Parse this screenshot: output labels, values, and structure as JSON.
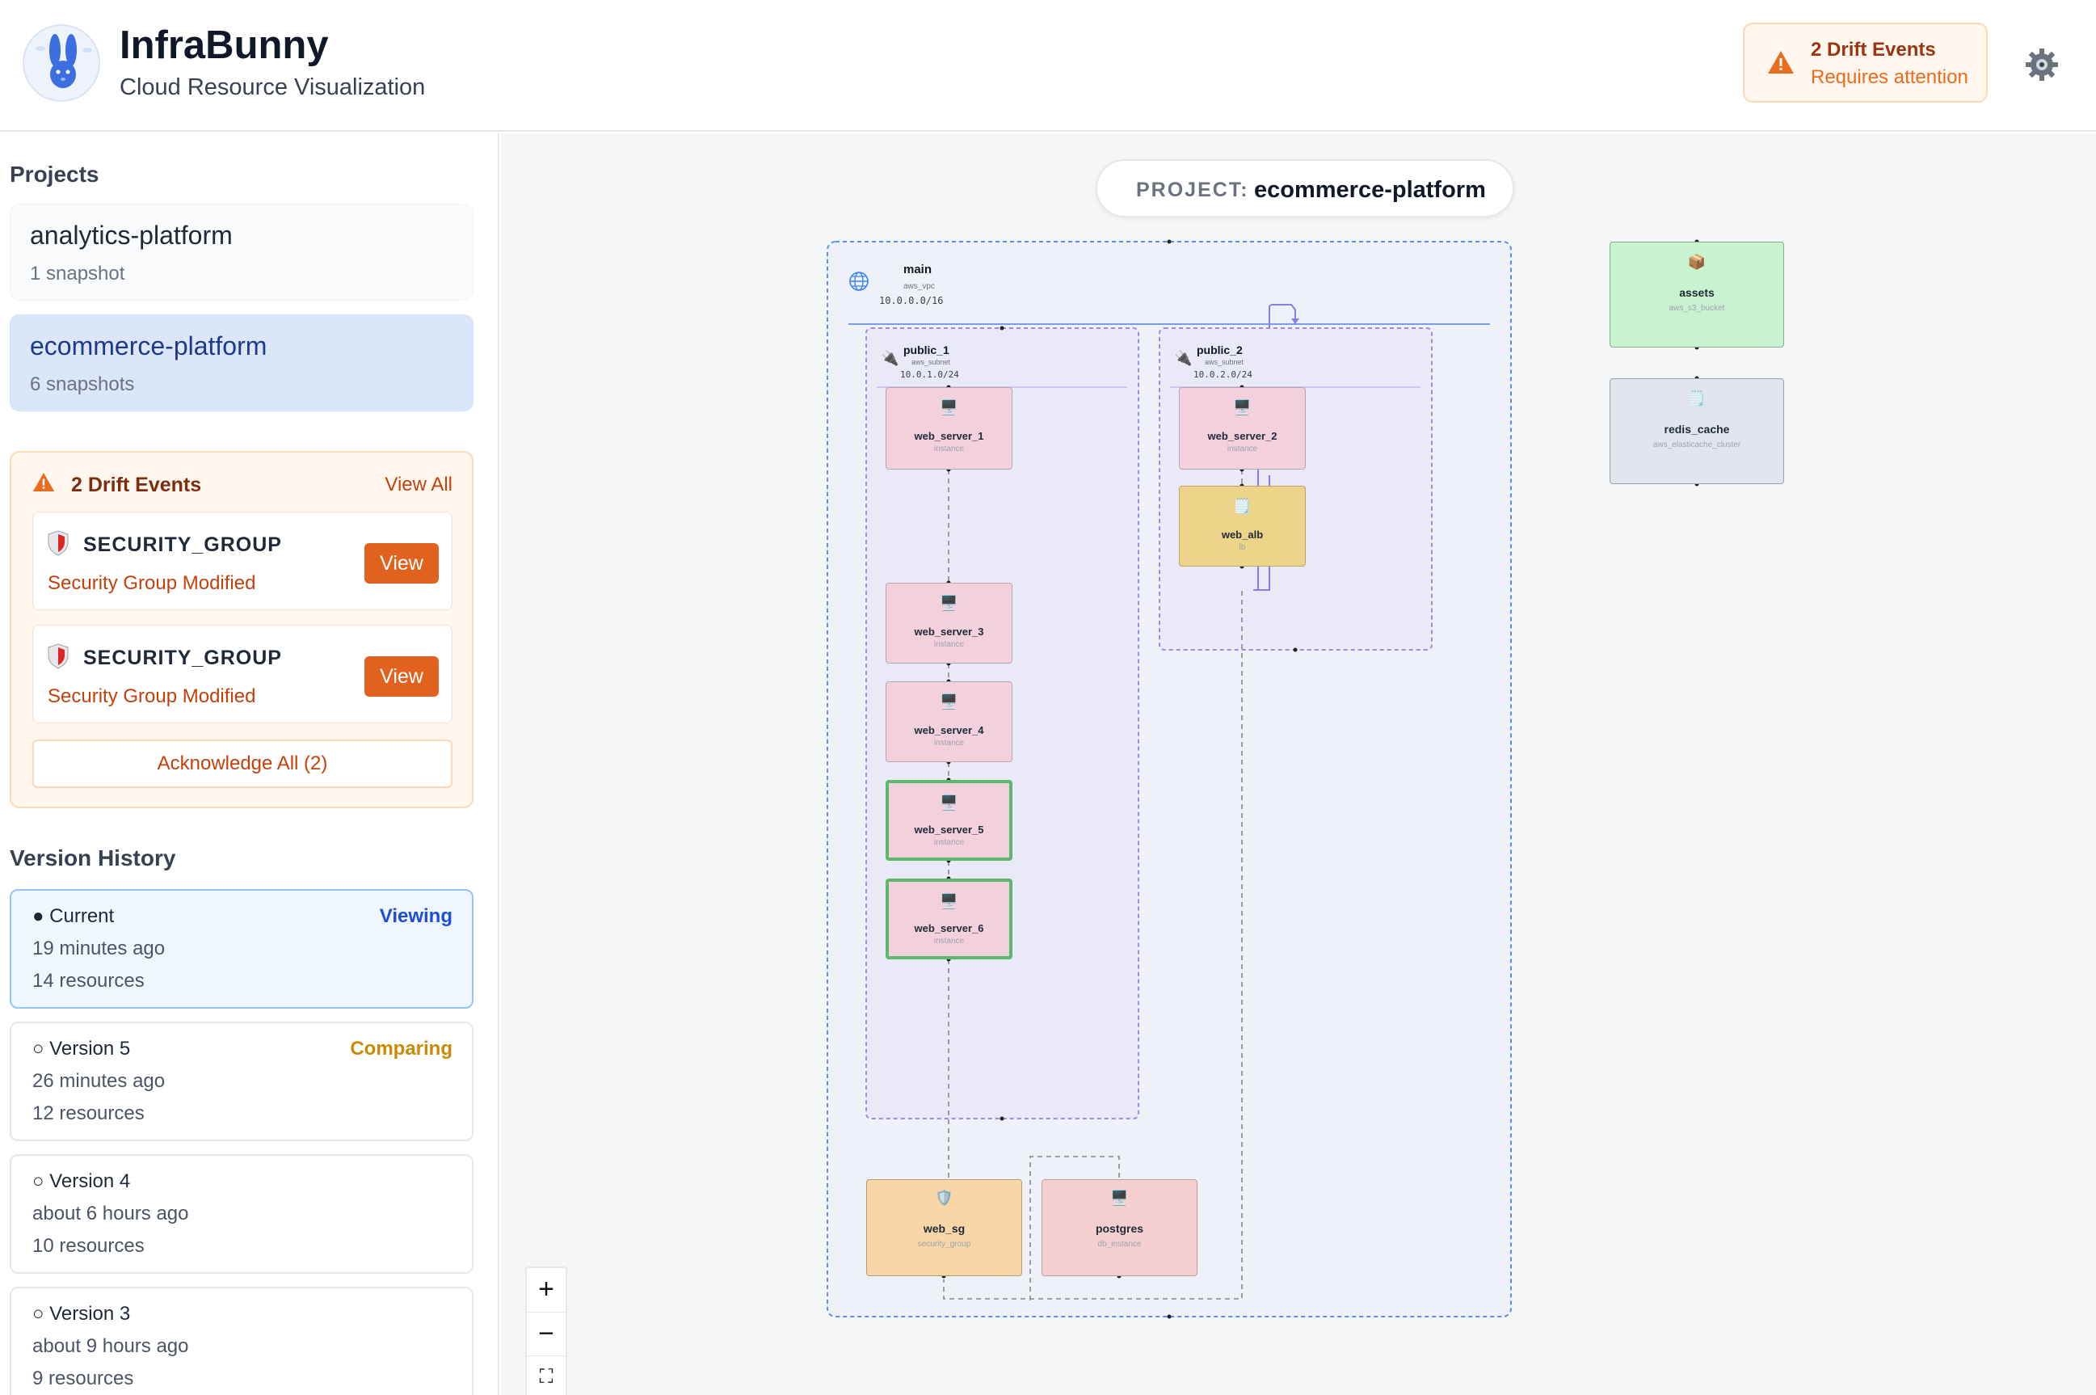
{
  "app": {
    "title": "InfraBunny",
    "subtitle": "Cloud Resource Visualization",
    "logo_icon": "bunny-logo"
  },
  "header": {
    "drift_title": "2 Drift Events",
    "drift_subtitle": "Requires attention",
    "settings_icon": "gear-icon"
  },
  "sidebar": {
    "projects_title": "Projects",
    "projects": [
      {
        "name": "analytics-platform",
        "snapshots": "1 snapshot",
        "active": false
      },
      {
        "name": "ecommerce-platform",
        "snapshots": "6 snapshots",
        "active": true
      }
    ],
    "drift": {
      "title": "2 Drift Events",
      "view_all": "View All",
      "events": [
        {
          "type": "SECURITY_GROUP",
          "description": "Security Group Modified",
          "button": "View"
        },
        {
          "type": "SECURITY_GROUP",
          "description": "Security Group Modified",
          "button": "View"
        }
      ],
      "acknowledge": "Acknowledge All (2)"
    },
    "history_title": "Version History",
    "versions": [
      {
        "label": "● Current",
        "time": "19 minutes ago",
        "resources": "14 resources",
        "tag": "Viewing"
      },
      {
        "label": "○ Version 5",
        "time": "26 minutes ago",
        "resources": "12 resources",
        "tag": "Comparing"
      },
      {
        "label": "○ Version 4",
        "time": "about 6 hours ago",
        "resources": "10 resources",
        "tag": ""
      },
      {
        "label": "○ Version 3",
        "time": "about 9 hours ago",
        "resources": "9 resources",
        "tag": ""
      }
    ]
  },
  "canvas": {
    "project_key": "PROJECT:",
    "project_value": "ecommerce-platform",
    "vpc": {
      "name": "main",
      "type": "aws_vpc",
      "cidr": "10.0.0.0/16"
    },
    "subnets": [
      {
        "name": "public_1",
        "type": "aws_subnet",
        "cidr": "10.0.1.0/24"
      },
      {
        "name": "public_2",
        "type": "aws_subnet",
        "cidr": "10.0.2.0/24"
      }
    ],
    "nodes": {
      "web_server_1": {
        "name": "web_server_1",
        "type": "instance"
      },
      "web_server_2": {
        "name": "web_server_2",
        "type": "instance"
      },
      "web_server_3": {
        "name": "web_server_3",
        "type": "instance"
      },
      "web_server_4": {
        "name": "web_server_4",
        "type": "instance"
      },
      "web_server_5": {
        "name": "web_server_5",
        "type": "instance"
      },
      "web_server_6": {
        "name": "web_server_6",
        "type": "instance"
      },
      "web_alb": {
        "name": "web_alb",
        "type": "lb"
      },
      "web_sg": {
        "name": "web_sg",
        "type": "security_group"
      },
      "postgres": {
        "name": "postgres",
        "type": "db_instance"
      },
      "assets": {
        "name": "assets",
        "type": "aws_s3_bucket"
      },
      "redis_cache": {
        "name": "redis_cache",
        "type": "aws_elasticache_cluster"
      }
    },
    "colors": {
      "instance": "#f2d0dc",
      "alb": "#eed38a",
      "sg": "#f9d6a8",
      "db": "#f5cfd0",
      "s3": "#c9f2d0",
      "cache": "#e2e6ec",
      "added_border": "#5cb86a"
    },
    "zoom": {
      "in": "+",
      "out": "−",
      "fit": "⛶"
    }
  }
}
